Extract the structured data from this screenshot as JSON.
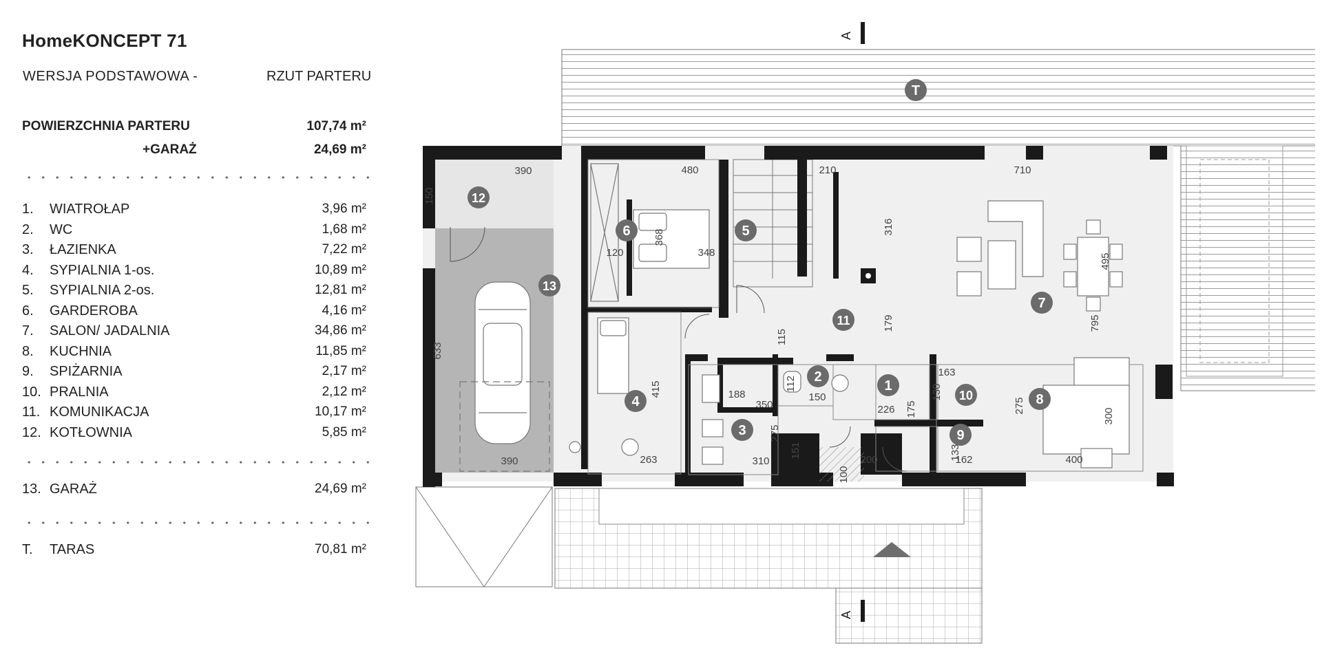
{
  "title": "HomeKONCEPT 71",
  "subtitle_left": "WERSJA  PODSTAWOWA  -",
  "subtitle_right": "RZUT PARTERU",
  "summary": {
    "floor_label": "POWIERZCHNIA PARTERU",
    "floor_value": "107,74 m²",
    "garage_label": "+GARAŻ",
    "garage_value": "24,69 m²"
  },
  "rooms": [
    {
      "num": "1.",
      "name": "WIATROŁAP",
      "area": "3,96 m²"
    },
    {
      "num": "2.",
      "name": "WC",
      "area": "1,68 m²"
    },
    {
      "num": "3.",
      "name": "ŁAZIENKA",
      "area": "7,22 m²"
    },
    {
      "num": "4.",
      "name": "SYPIALNIA 1-os.",
      "area": "10,89 m²"
    },
    {
      "num": "5.",
      "name": "SYPIALNIA 2-os.",
      "area": "12,81 m²"
    },
    {
      "num": "6.",
      "name": "GARDEROBA",
      "area": "4,16 m²"
    },
    {
      "num": "7.",
      "name": "SALON/ JADALNIA",
      "area": "34,86 m²"
    },
    {
      "num": "8.",
      "name": "KUCHNIA",
      "area": "11,85 m²"
    },
    {
      "num": "9.",
      "name": "SPIŻARNIA",
      "area": "2,17 m²"
    },
    {
      "num": "10.",
      "name": "PRALNIA",
      "area": "2,12 m²"
    },
    {
      "num": "11.",
      "name": "KOMUNIKACJA",
      "area": "10,17 m²"
    },
    {
      "num": "12.",
      "name": "KOTŁOWNIA",
      "area": "5,85 m²"
    }
  ],
  "garage": {
    "num": "13.",
    "name": "GARAŻ",
    "area": "24,69 m²"
  },
  "terrace": {
    "num": "T.",
    "name": "TARAS",
    "area": "70,81 m²"
  },
  "plan": {
    "section_mark": "A",
    "room_badges": [
      {
        "label": "T"
      },
      {
        "label": "12"
      },
      {
        "label": "13"
      },
      {
        "label": "6"
      },
      {
        "label": "5"
      },
      {
        "label": "11"
      },
      {
        "label": "7"
      },
      {
        "label": "4"
      },
      {
        "label": "2"
      },
      {
        "label": "1"
      },
      {
        "label": "10"
      },
      {
        "label": "8"
      },
      {
        "label": "3"
      },
      {
        "label": "9"
      }
    ],
    "dimensions": [
      "390",
      "150",
      "633",
      "390",
      "480",
      "368",
      "120",
      "348",
      "210",
      "710",
      "316",
      "495",
      "795",
      "179",
      "115",
      "415",
      "263",
      "188",
      "350",
      "112",
      "150",
      "226",
      "175",
      "163",
      "130",
      "275",
      "275",
      "151",
      "310",
      "133",
      "162",
      "300",
      "400",
      "200",
      "100"
    ]
  }
}
